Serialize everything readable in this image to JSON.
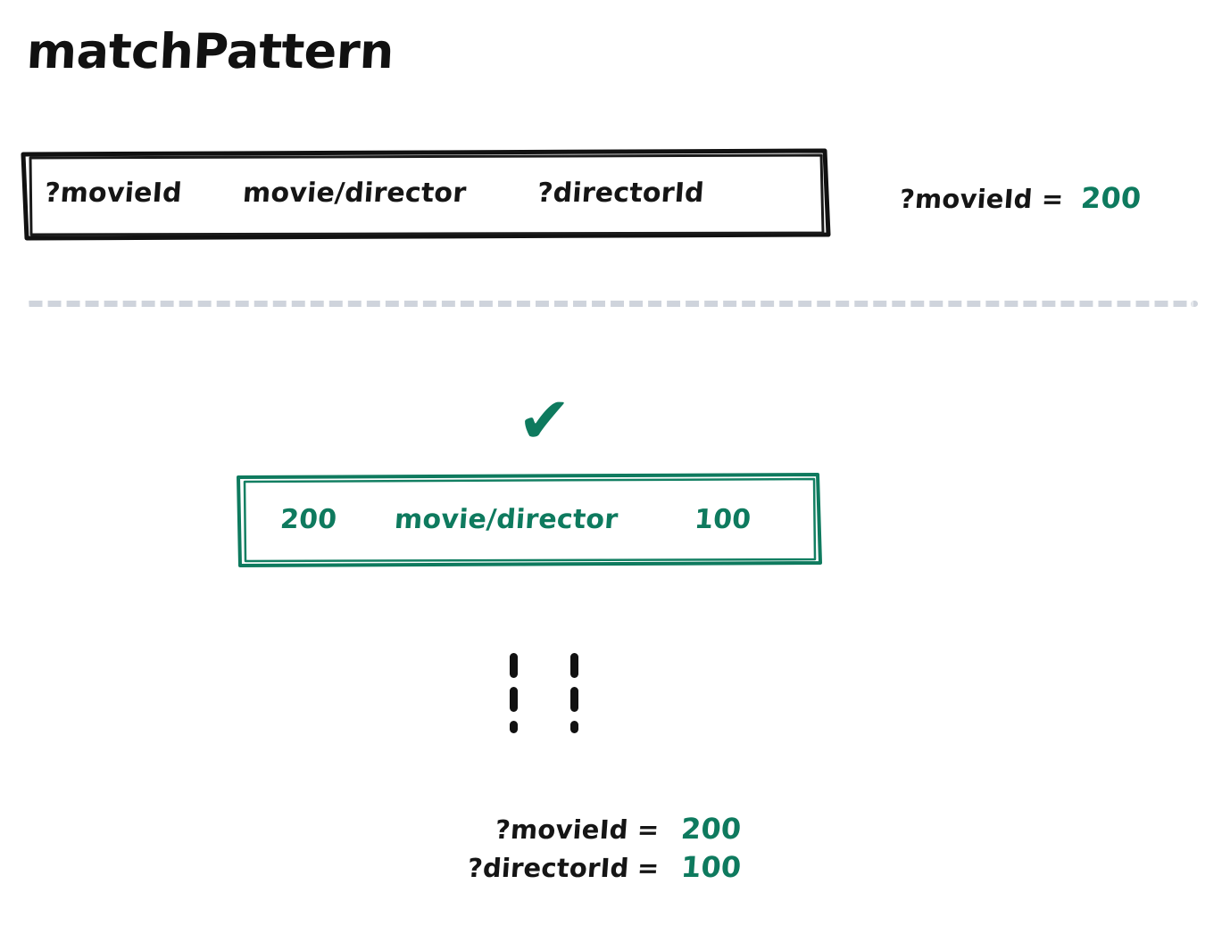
{
  "title": "matchPattern",
  "colors": {
    "ink": "#151515",
    "accent_green": "#0e7a5e",
    "divider_gray": "#cfd4dc",
    "background": "#ffffff"
  },
  "pattern_box": {
    "label": "triple-pattern",
    "subject": "?movieId",
    "predicate": "movie/director",
    "object": "?directorId"
  },
  "input_binding": {
    "variable": "?movieId",
    "equals": "=",
    "value": "200"
  },
  "match_indicator": {
    "icon": "check-icon",
    "glyph": "✔"
  },
  "result_box": {
    "label": "matched-triple",
    "subject": "200",
    "predicate": "movie/director",
    "object": "100"
  },
  "output_bindings": [
    {
      "variable": "?movieId",
      "equals": "=",
      "value": "200"
    },
    {
      "variable": "?directorId",
      "equals": "=",
      "value": "100"
    }
  ]
}
